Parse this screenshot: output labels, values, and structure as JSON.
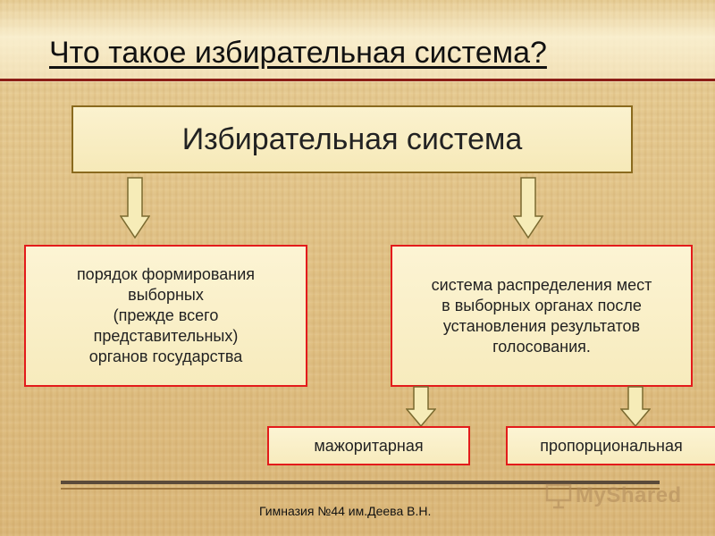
{
  "title": "Что такое избирательная система?",
  "main_box": "Избирательная система",
  "left_box_text": "порядок формирования\nвыборных\n (прежде всего\nпредставительных)\nорганов государства",
  "right_box_text": "система распределения мест\nв выборных органах после\nустановления результатов\nголосования.",
  "option_majoritarian": "мажоритарная",
  "option_proportional": "пропорциональная",
  "footer": "Гимназия №44 им.Деева В.Н.",
  "watermark_text": "MyShared",
  "colors": {
    "title_rule": "#8b1e16",
    "box_border": "#e31b1b",
    "main_border": "#8a6a1e",
    "arrow_fill": "#f6ecb8",
    "arrow_stroke": "#7a6a30"
  }
}
